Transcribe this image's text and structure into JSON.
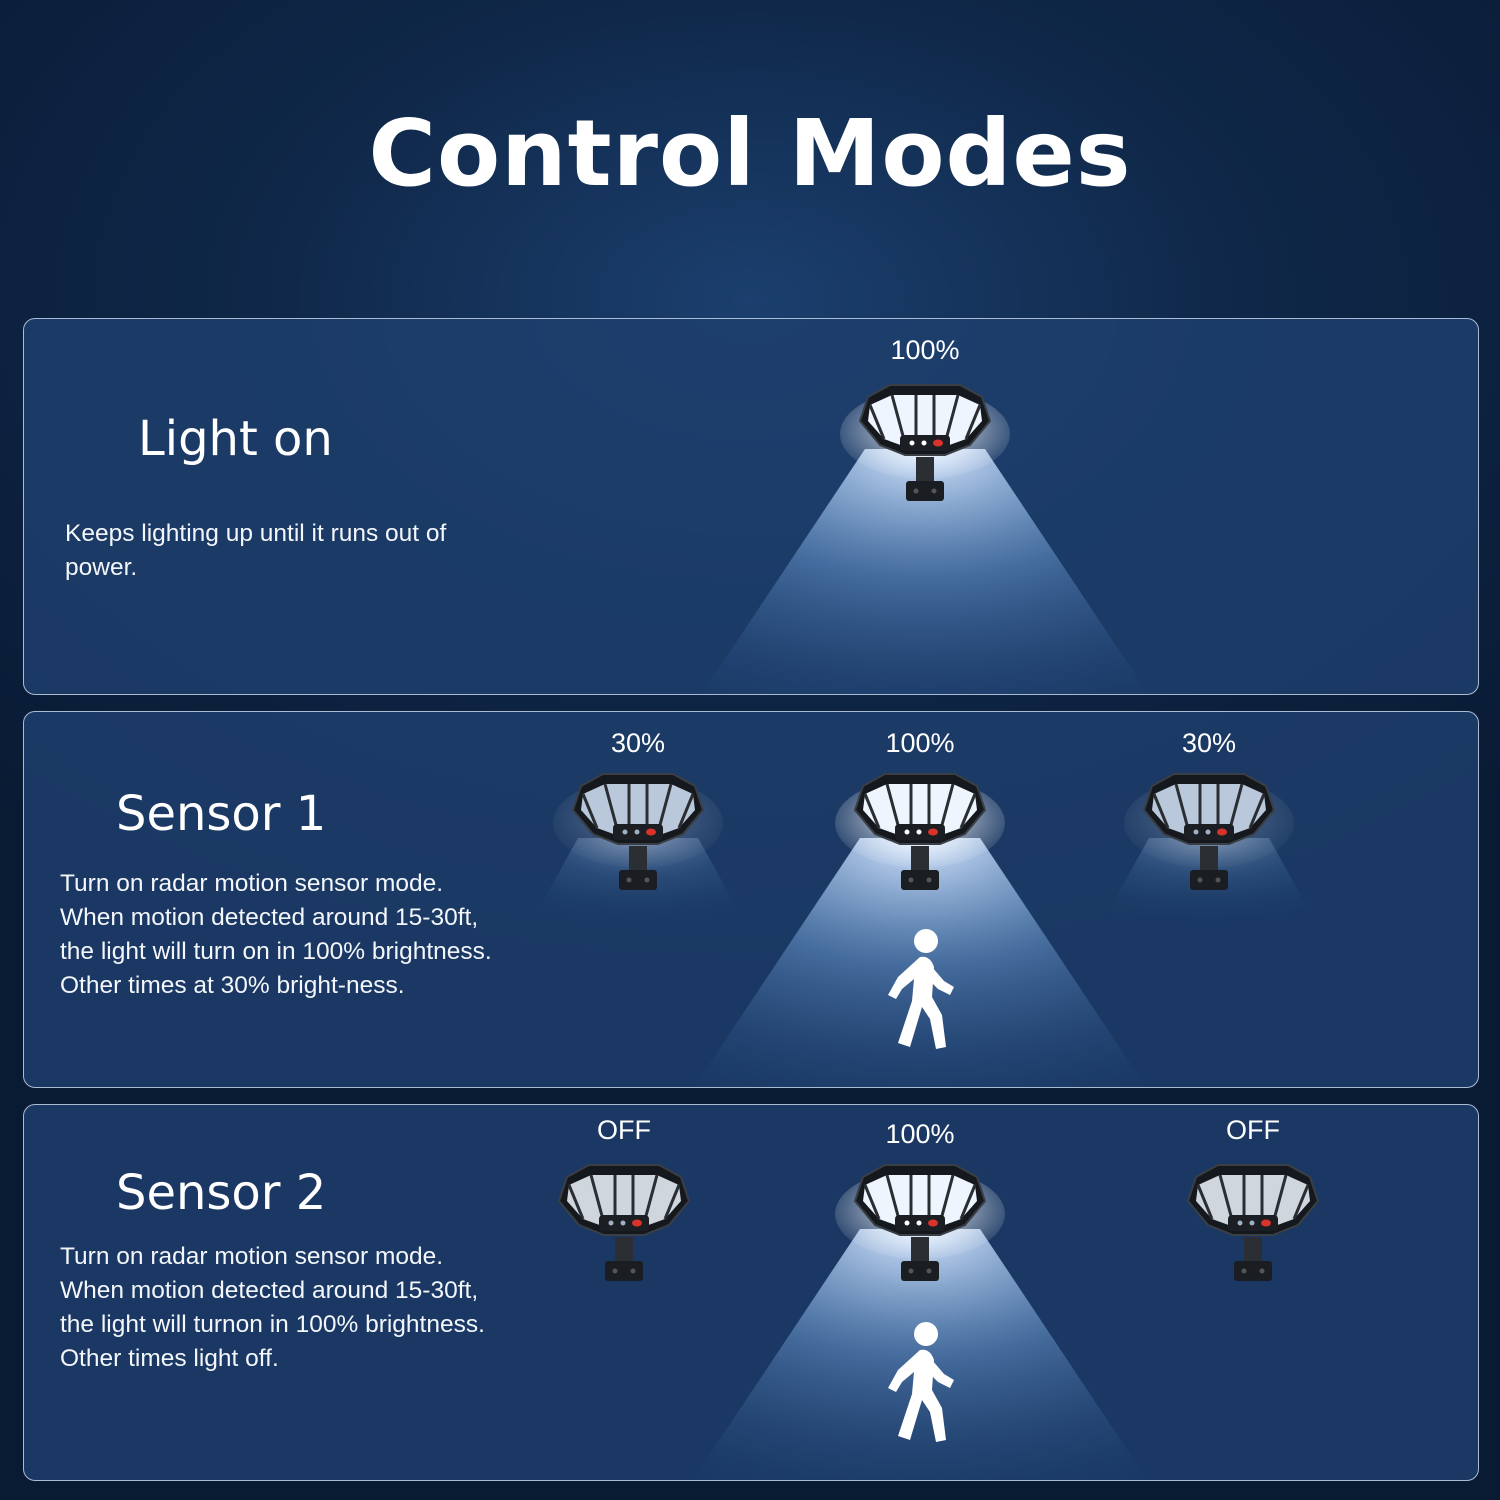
{
  "title": "Control Modes",
  "modes": [
    {
      "title": "Light on",
      "description": [
        "Keeps lighting up until it runs out of",
        "power."
      ],
      "lamps": [
        {
          "label": "100%",
          "brightness": 100
        }
      ],
      "motion_icon": false
    },
    {
      "title": "Sensor 1",
      "description": [
        "Turn on radar motion sensor mode.",
        "When motion detected around 15-30ft,",
        "the light will turn on in 100% brightness.",
        "Other times at 30% bright-ness."
      ],
      "lamps": [
        {
          "label": "30%",
          "brightness": 30
        },
        {
          "label": "100%",
          "brightness": 100
        },
        {
          "label": "30%",
          "brightness": 30
        }
      ],
      "motion_icon": true
    },
    {
      "title": "Sensor 2",
      "description": [
        "Turn on radar motion sensor mode.",
        "When motion detected around 15-30ft,",
        "the light will turnon in 100% brightness.",
        "Other times light off."
      ],
      "lamps": [
        {
          "label": "OFF",
          "brightness": 0
        },
        {
          "label": "100%",
          "brightness": 100
        },
        {
          "label": "OFF",
          "brightness": 0
        }
      ],
      "motion_icon": true
    }
  ],
  "colors": {
    "background": "#0f2748",
    "panel": "#1e406e",
    "panel_border": "#a9bcd3",
    "text": "#ffffff",
    "beam": "#bcd6f5"
  },
  "icons": [
    "solar-wall-lamp-icon",
    "walking-person-icon"
  ]
}
